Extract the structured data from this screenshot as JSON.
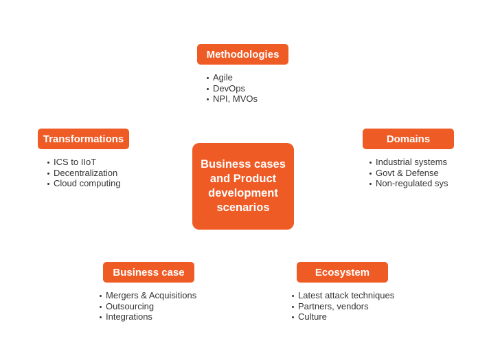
{
  "center": {
    "label": "Business cases and Product development scenarios"
  },
  "methodologies": {
    "title": "Methodologies",
    "items": [
      "Agile",
      "DevOps",
      "NPI, MVOs"
    ]
  },
  "transformations": {
    "title": "Transformations",
    "items": [
      "ICS to IIoT",
      "Decentralization",
      "Cloud computing"
    ]
  },
  "domains": {
    "title": "Domains",
    "items": [
      "Industrial systems",
      "Govt & Defense",
      "Non-regulated sys"
    ]
  },
  "business_case": {
    "title": "Business case",
    "items": [
      "Mergers & Acquisitions",
      "Outsourcing",
      "Integrations"
    ]
  },
  "ecosystem": {
    "title": "Ecosystem",
    "items": [
      "Latest attack techniques",
      "Partners, vendors",
      "Culture"
    ]
  },
  "colors": {
    "accent": "#ef5b25",
    "text": "#333333"
  }
}
